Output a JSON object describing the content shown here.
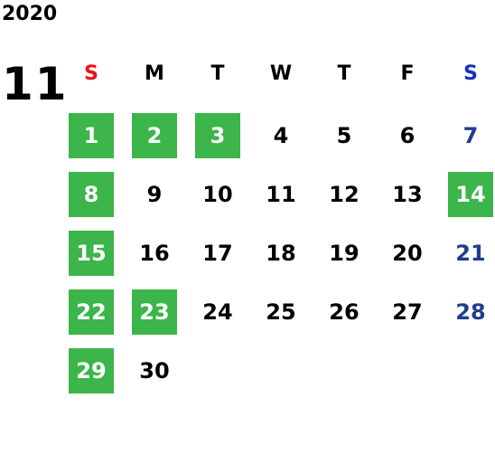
{
  "year": "2020",
  "month": "11",
  "colors": {
    "holiday_bg": "#3cb54a",
    "holiday_text": "#ffffff",
    "sunday_header": "#e8141a",
    "saturday_header": "#1a2ec0",
    "saturday_date": "#1f3e8c",
    "default_text": "#000000"
  },
  "weekdays": [
    "S",
    "M",
    "T",
    "W",
    "T",
    "F",
    "S"
  ],
  "weeks": [
    [
      {
        "d": "1",
        "h": true
      },
      {
        "d": "2",
        "h": true
      },
      {
        "d": "3",
        "h": true
      },
      {
        "d": "4"
      },
      {
        "d": "5"
      },
      {
        "d": "6"
      },
      {
        "d": "7"
      }
    ],
    [
      {
        "d": "8",
        "h": true
      },
      {
        "d": "9"
      },
      {
        "d": "10"
      },
      {
        "d": "11"
      },
      {
        "d": "12"
      },
      {
        "d": "13"
      },
      {
        "d": "14",
        "h": true
      }
    ],
    [
      {
        "d": "15",
        "h": true
      },
      {
        "d": "16"
      },
      {
        "d": "17"
      },
      {
        "d": "18"
      },
      {
        "d": "19"
      },
      {
        "d": "20"
      },
      {
        "d": "21"
      }
    ],
    [
      {
        "d": "22",
        "h": true
      },
      {
        "d": "23",
        "h": true
      },
      {
        "d": "24"
      },
      {
        "d": "25"
      },
      {
        "d": "26"
      },
      {
        "d": "27"
      },
      {
        "d": "28"
      }
    ],
    [
      {
        "d": "29",
        "h": true
      },
      {
        "d": "30"
      },
      null,
      null,
      null,
      null,
      null
    ]
  ]
}
